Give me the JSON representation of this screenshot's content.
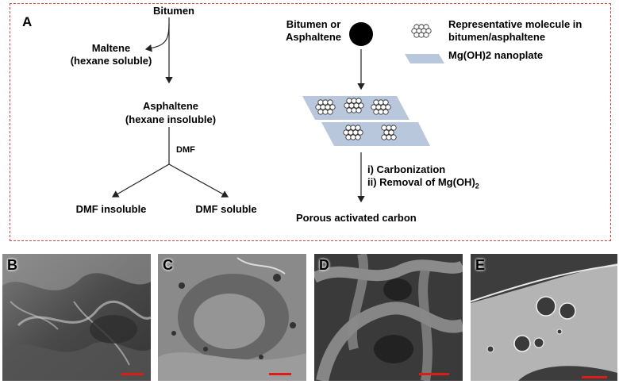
{
  "panel_a": {
    "letter": "A",
    "left_scheme": {
      "bitumen": "Bitumen",
      "maltene_1": "Maltene",
      "maltene_2": "(hexane soluble)",
      "asphaltene_1": "Asphaltene",
      "asphaltene_2": "(hexane insoluble)",
      "solvent": "DMF",
      "insoluble": "DMF insoluble",
      "soluble": "DMF soluble"
    },
    "right_scheme": {
      "source_1": "Bitumen or",
      "source_2": "Asphaltene",
      "legend_molecule_1": "Representative molecule in",
      "legend_molecule_2": "bitumen/asphaltene",
      "legend_nanoplate": "Mg(OH)2 nanoplate",
      "step_1": "i) Carbonization",
      "step_2_prefix": "ii)  Removal of Mg(OH)",
      "step_2_sub": "2",
      "product": "Porous activated carbon"
    },
    "colors": {
      "border": "#d94040",
      "nanoplate": "#b9c7dc"
    }
  },
  "sem_panels": [
    {
      "letter": "B"
    },
    {
      "letter": "C"
    },
    {
      "letter": "D"
    },
    {
      "letter": "E"
    }
  ],
  "scale_bar_color": "#e01919"
}
